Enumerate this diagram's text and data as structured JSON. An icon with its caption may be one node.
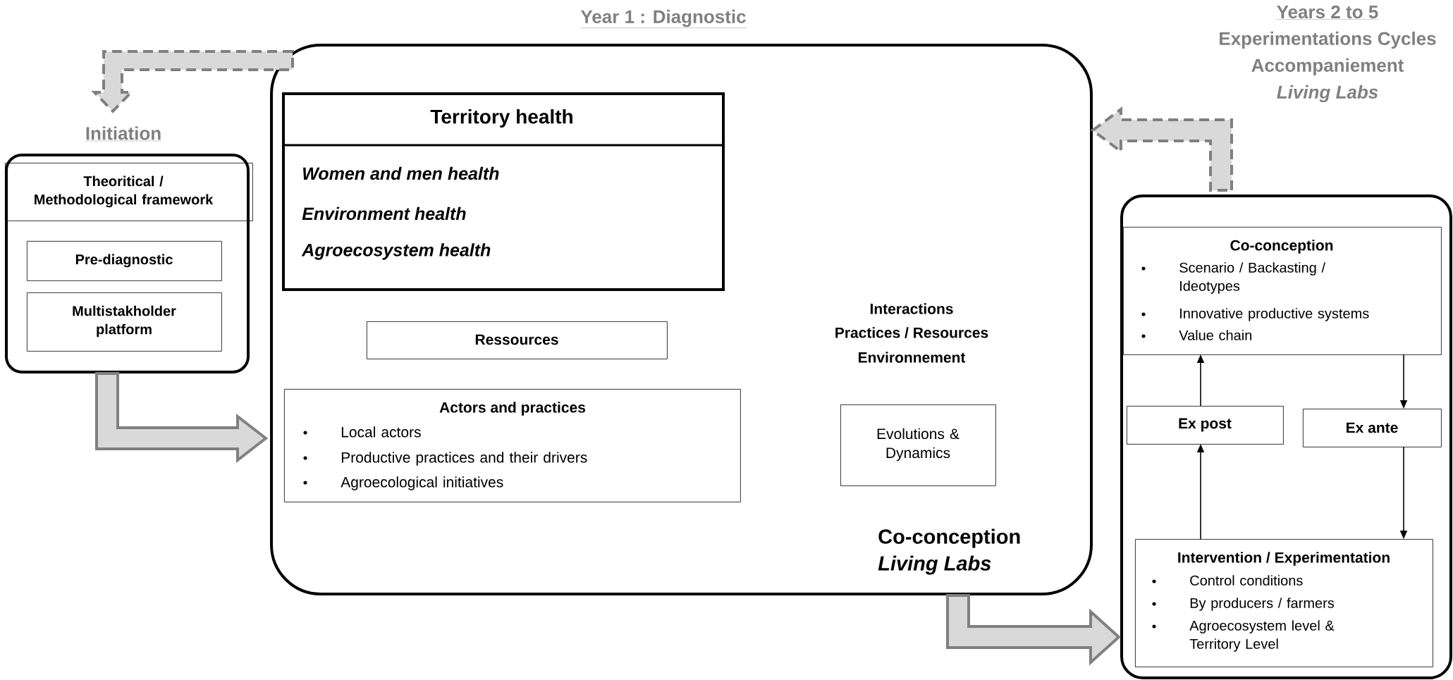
{
  "diagram": {
    "nodes": [
      {
        "text": [
          "Initiation"
        ]
      },
      {
        "text": [
          "Theoritical / Methodological framework"
        ],
        "in": 0
      },
      {
        "text": [
          "Pre-diagnostic"
        ],
        "in": 0
      },
      {
        "text": [
          "Multistakholder platform"
        ],
        "in": 0
      },
      {
        "text": [
          "Year 1 : Diagnostic",
          "Co-conception",
          "Living Labs"
        ]
      },
      {
        "text": [
          "Territory health",
          "Women and men health",
          "Environment health",
          "Agroecosystem health"
        ],
        "in": 4
      },
      {
        "text": [
          "Ressources"
        ],
        "in": 4
      },
      {
        "text": [
          "Actors and practices",
          "Local actors",
          "Productive practices and their drivers",
          "Agroecological initiatives"
        ],
        "in": 4
      },
      {
        "text": [
          "Evolutions & Dynamics"
        ],
        "in": 4
      },
      {
        "text": [
          "Years 2 to 5",
          "Experimentations Cycles",
          "Accompaniement",
          "Living Labs"
        ]
      },
      {
        "text": [
          "Co-conception",
          "Scenario / Backasting / Ideotypes",
          "Innovative productive systems",
          "Value chain"
        ],
        "in": 9
      },
      {
        "text": [
          "Ex post"
        ],
        "in": 9
      },
      {
        "text": [
          "Ex ante"
        ],
        "in": 9
      },
      {
        "text": [
          "Intervention / Experimentation",
          "Control conditions",
          "By producers / farmers",
          "Agroecosystem level & Territory Level"
        ],
        "in": 9
      }
    ],
    "edges": [
      {
        "from": 4,
        "to": 0,
        "arrow": "to",
        "style": "dashed"
      },
      {
        "from": 0,
        "to": 4,
        "arrow": "to",
        "style": "thick"
      },
      {
        "from": 4,
        "to": 9,
        "arrow": "to",
        "style": "thick"
      },
      {
        "from": 9,
        "to": 4,
        "arrow": "to",
        "style": "dashed"
      },
      {
        "from": 11,
        "to": 10,
        "arrow": "to"
      },
      {
        "from": 10,
        "to": 12,
        "arrow": "to"
      },
      {
        "from": 12,
        "to": 13,
        "arrow": "to"
      },
      {
        "from": 13,
        "to": 11,
        "arrow": "to"
      }
    ],
    "labels": [
      "Interactions",
      "Practices / Resources",
      "Environnement"
    ]
  }
}
